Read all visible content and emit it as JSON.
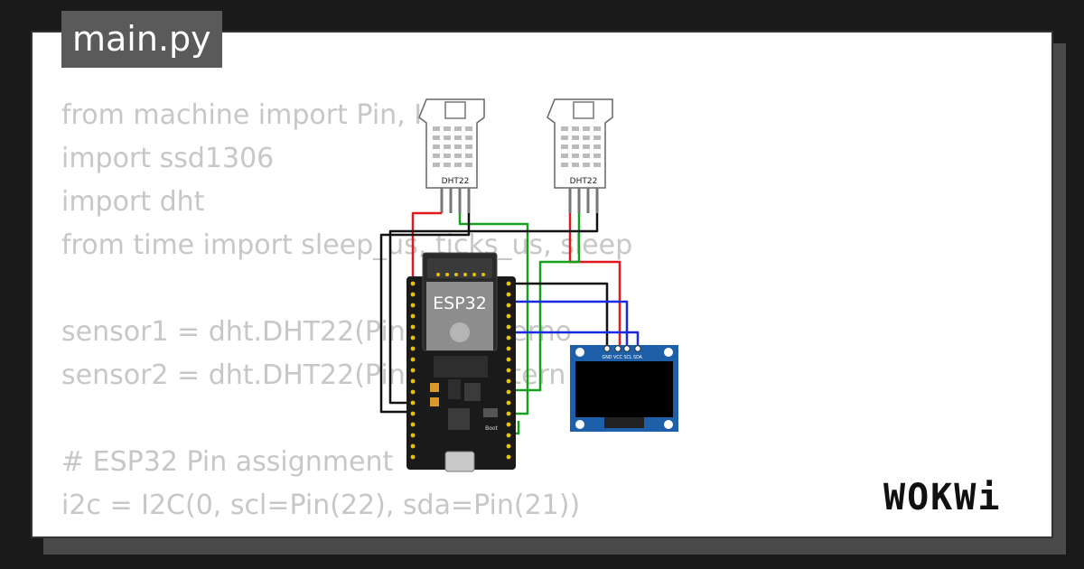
{
  "file_tab": {
    "label": "main.py"
  },
  "code_lines": [
    "from machine import Pin, I",
    "import ssd1306",
    "import dht",
    "from time import sleep_us, ticks_us, sleep",
    "",
    "sensor1 = dht.DHT22(Pin(           erno",
    "sensor2 = dht.DHT22(Pin(           tern",
    "",
    "# ESP32 Pin assignment",
    "i2c = I2C(0, scl=Pin(22), sda=Pin(21))"
  ],
  "circuit": {
    "sensor1_label": "DHT22",
    "sensor2_label": "DHT22",
    "mcu_label": "ESP32",
    "oled_pin_labels": [
      "GND",
      "VCC",
      "SCL",
      "SDA"
    ],
    "boot_label": "Boot"
  },
  "brand": {
    "logo_text": "WOKWi"
  },
  "colors": {
    "wire_red": "#e0191c",
    "wire_green": "#15a01d",
    "wire_black": "#111111",
    "wire_blue": "#1a2ae0",
    "oled_board": "#1d5fa8",
    "mcu_board": "#1a1a1a"
  }
}
